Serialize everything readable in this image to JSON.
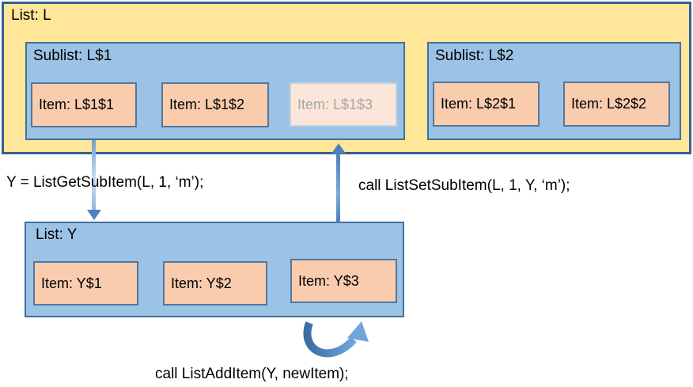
{
  "diagram": {
    "list_l": {
      "label": "List: L"
    },
    "sublist_l1": {
      "label": "Sublist: L$1",
      "items": [
        {
          "label": "Item: L$1$1",
          "state": "normal"
        },
        {
          "label": "Item: L$1$2",
          "state": "normal"
        },
        {
          "label": "Item: L$1$3",
          "state": "faded"
        }
      ]
    },
    "sublist_l2": {
      "label": "Sublist: L$2",
      "items": [
        {
          "label": "Item: L$2$1",
          "state": "normal"
        },
        {
          "label": "Item: L$2$2",
          "state": "normal"
        }
      ]
    },
    "list_y": {
      "label": "List: Y",
      "items": [
        {
          "label": "Item: Y$1",
          "state": "normal"
        },
        {
          "label": "Item: Y$2",
          "state": "normal"
        },
        {
          "label": "Item: Y$3",
          "state": "normal"
        }
      ]
    },
    "captions": {
      "get_subitem": "Y = ListGetSubItem(L, 1, ‘m’);",
      "set_subitem": "call ListSetSubItem(L, 1, Y, ‘m’);",
      "add_item": "call ListAddItem(Y, newItem);"
    },
    "colors": {
      "list_fill": "#FFE699",
      "list_border": "#37608F",
      "sublist_fill": "#9CC3E6",
      "sublist_border": "#41719C",
      "item_fill": "#F9CCAE",
      "item_border": "#54779B",
      "faded_item_fill": "#FBE6D9",
      "faded_text": "#A6A6A6",
      "arrow": "#4E81BD"
    }
  }
}
